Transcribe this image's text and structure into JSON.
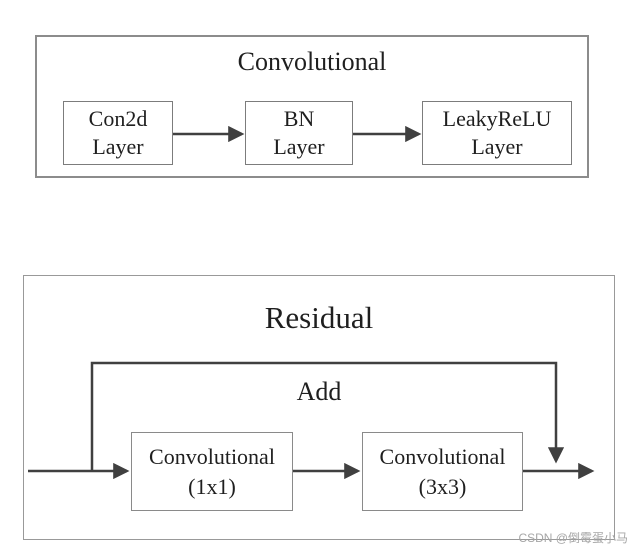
{
  "colors": {
    "arrow": "#404040",
    "conv_outer_border": "#8c8c8c",
    "res_outer_border": "#999999",
    "node_border": "#7c7c7c",
    "text": "#1f1f1f",
    "watermark": "#a6a6a6",
    "background": "#ffffff"
  },
  "convolutional_block": {
    "title": "Convolutional",
    "nodes": [
      {
        "id": "con2d-layer",
        "lines": [
          "Con2d",
          "Layer"
        ]
      },
      {
        "id": "bn-layer",
        "lines": [
          "BN",
          "Layer"
        ]
      },
      {
        "id": "leakyrelu-layer",
        "lines": [
          "LeakyReLU",
          "Layer"
        ]
      }
    ]
  },
  "residual_block": {
    "title": "Residual",
    "add_label": "Add",
    "nodes": [
      {
        "id": "convolutional-1x1",
        "lines": [
          "Convolutional",
          "(1x1)"
        ]
      },
      {
        "id": "convolutional-3x3",
        "lines": [
          "Convolutional",
          "(3x3)"
        ]
      }
    ]
  },
  "watermark": {
    "text": "CSDN @倒霉蛋小马"
  }
}
